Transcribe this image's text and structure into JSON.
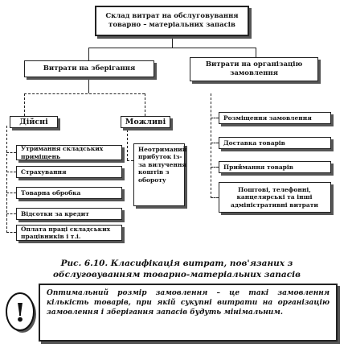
{
  "diagram": {
    "root": "Склад витрат на обслуговування товарно – матеріальних запасів",
    "branches": [
      {
        "label": "Витрати на зберігання"
      },
      {
        "label": "Витрати на організацію замовлення"
      }
    ],
    "storage_groups": [
      {
        "label": "Дійсні"
      },
      {
        "label": "Можливі"
      }
    ],
    "actual_items": [
      "Утримання складських приміщень",
      "Страхування",
      "Товарна обробка",
      "Відсотки за кредит",
      "Оплата праці складських працівників і т.і."
    ],
    "possible_items": [
      "Неотриманий прибуток із-за вилучення коштів з обороту"
    ],
    "order_items": [
      "Розміщення замовлення",
      "Доставка товарів",
      "Приймання товарів",
      "Поштові, телефонні, канцелярські та інші адміністративні витрати"
    ]
  },
  "caption": "Рис. 6.10. Класифікація витрат, пов'язаних з обслуговуванням товарно-матеріальних запасів",
  "note": "Оптимальний розмір замовлення – це такі замовлення кількість товарів, при якій сукупні витрати на організацію замовлення і зберігання запасів будуть мінімальним.",
  "icon": {
    "symbol": "!",
    "name": "exclamation-icon"
  }
}
